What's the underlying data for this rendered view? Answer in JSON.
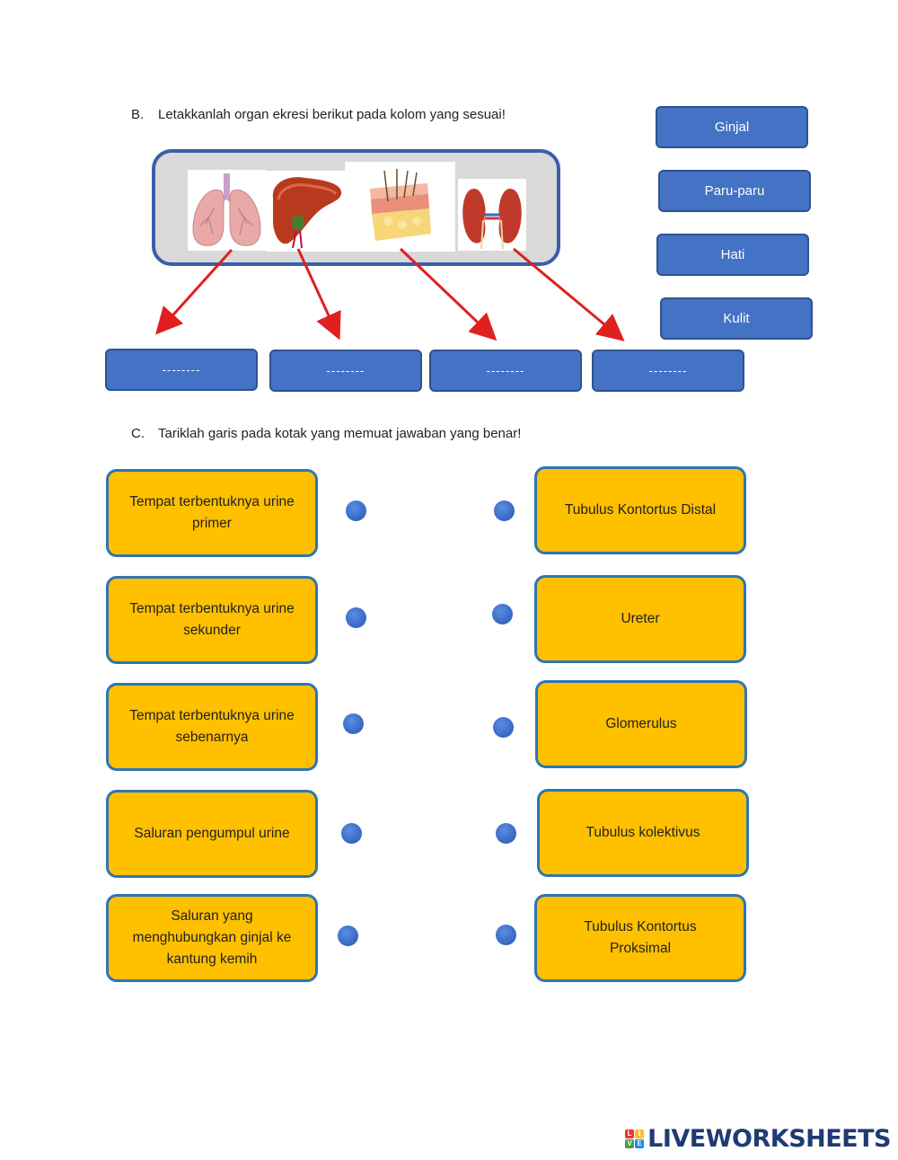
{
  "section_b": {
    "letter": "B.",
    "instruction": "Letakkanlah organ ekresi berikut pada kolom yang sesuai!",
    "organ_images": [
      {
        "icon": "lungs-icon"
      },
      {
        "icon": "liver-icon"
      },
      {
        "icon": "skin-icon"
      },
      {
        "icon": "kidneys-icon"
      }
    ],
    "answer_options": [
      "Ginjal",
      "Paru-paru",
      "Hati",
      "Kulit"
    ],
    "drop_slots": [
      "--------",
      "--------",
      "--------",
      "--------"
    ],
    "colors": {
      "button": "#4472c4",
      "arrow": "#e02020",
      "frame": "#3b5ea8"
    }
  },
  "section_c": {
    "letter": "C.",
    "instruction": "Tariklah garis pada kotak yang memuat jawaban yang benar!",
    "left_items": [
      "Tempat terbentuknya urine primer",
      "Tempat terbentuknya urine sekunder",
      "Tempat terbentuknya urine sebenarnya",
      "Saluran pengumpul urine",
      "Saluran yang menghubungkan ginjal ke kantung kemih"
    ],
    "right_items": [
      "Tubulus Kontortus Distal",
      "Ureter",
      "Glomerulus",
      "Tubulus kolektivus",
      "Tubulus Kontortus Proksimal"
    ],
    "colors": {
      "box": "#ffc000",
      "border": "#2e75b6",
      "dot": "#3a6cc8"
    }
  },
  "footer": {
    "brand": "LIVEWORKSHEETS",
    "logo_letters": [
      "L",
      "I",
      "V",
      "E"
    ]
  }
}
